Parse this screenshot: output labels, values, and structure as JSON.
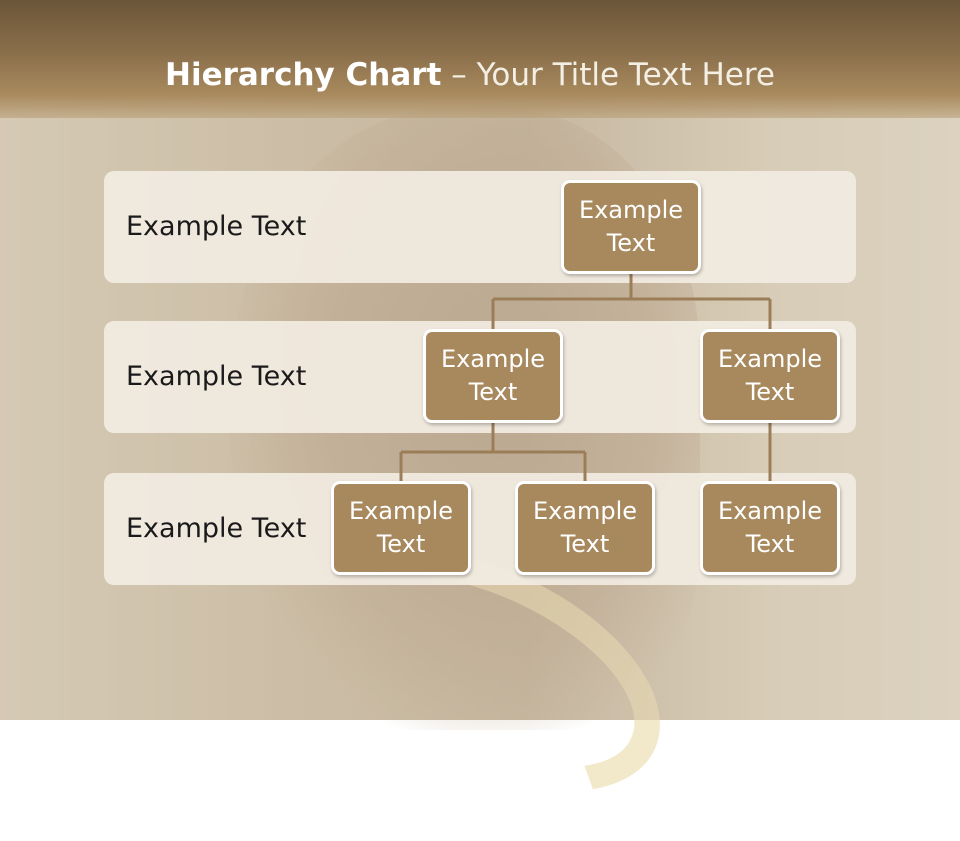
{
  "slide": {
    "title_bold": "Hierarchy Chart",
    "title_rest": " – Your Title Text Here"
  },
  "levels": [
    {
      "label": "Example Text"
    },
    {
      "label": "Example Text"
    },
    {
      "label": "Example Text"
    }
  ],
  "nodes": [
    {
      "id": "root",
      "label": "Example Text",
      "level": 1,
      "parent": null
    },
    {
      "id": "l2-left",
      "label": "Example Text",
      "level": 2,
      "parent": "root"
    },
    {
      "id": "l2-right",
      "label": "Example Text",
      "level": 2,
      "parent": "root"
    },
    {
      "id": "l3-left",
      "label": "Example Text",
      "level": 3,
      "parent": "l2-left"
    },
    {
      "id": "l3-middle",
      "label": "Example Text",
      "level": 3,
      "parent": "l2-left"
    },
    {
      "id": "l3-right",
      "label": "Example Text",
      "level": 3,
      "parent": "l2-right"
    }
  ],
  "colors": {
    "node_fill": "#a8895e",
    "node_border": "#ffffff",
    "connector": "#9b7e58",
    "band_fill": "#f2ece2",
    "header": "#8a6f4b"
  }
}
